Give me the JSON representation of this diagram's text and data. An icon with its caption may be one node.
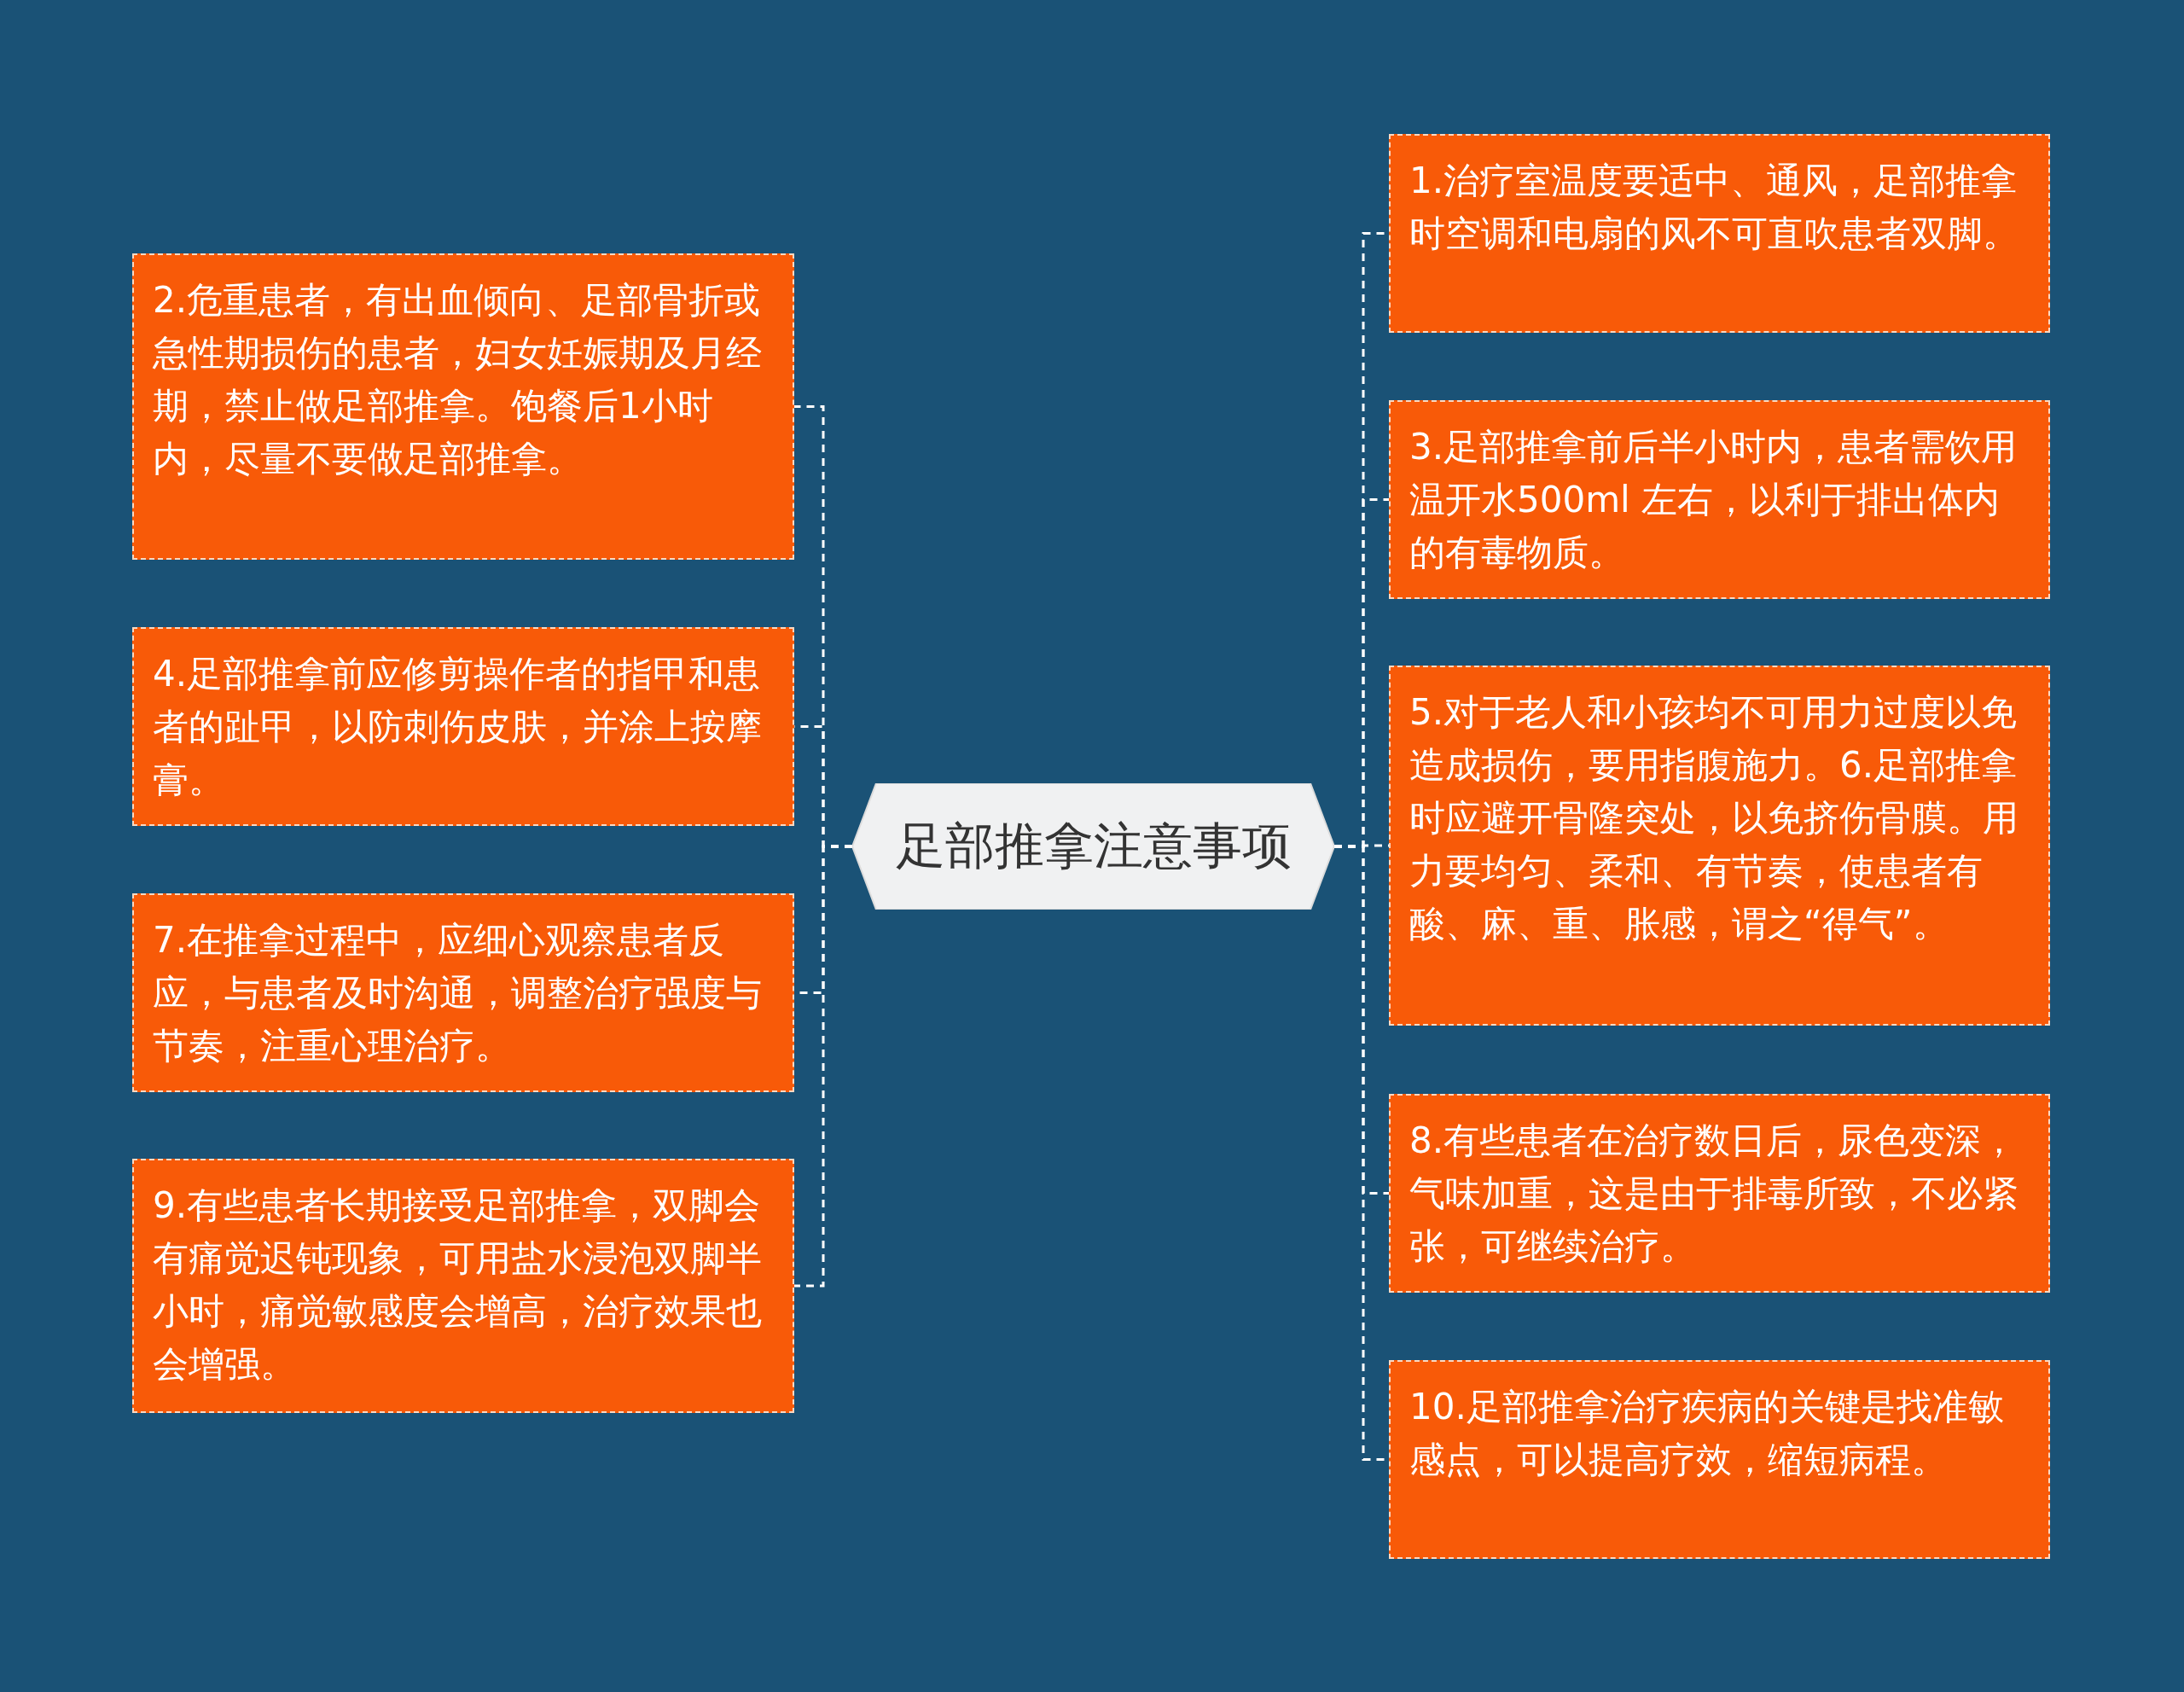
{
  "diagram": {
    "nodes": [
      {
        "text": [
          "足部推拿注意事项"
        ]
      },
      {
        "text": [
          "2.危重患者，有出血倾向、足部骨折或急性期损伤的患者，妇女妊娠期及月经期，禁止做足部推拿。饱餐后1小时内，尽量不要做足部推拿。"
        ]
      },
      {
        "text": [
          "4.足部推拿前应修剪操作者的指甲和患者的趾甲，以防刺伤皮肤，并涂上按摩膏。"
        ]
      },
      {
        "text": [
          "7.在推拿过程中，应细心观察患者反应，与患者及时沟通，调整治疗强度与节奏，注重心理治疗。"
        ]
      },
      {
        "text": [
          "9.有些患者长期接受足部推拿，双脚会有痛觉迟钝现象，可用盐水浸泡双脚半小时，痛觉敏感度会增高，治疗效果也会增强。"
        ]
      },
      {
        "text": [
          "1.治疗室温度要适中、通风，足部推拿时空调和电扇的风不可直吹患者双脚。"
        ]
      },
      {
        "text": [
          "3.足部推拿前后半小时内，患者需饮用温开水500ml 左右，以利于排出体内的有毒物质。"
        ]
      },
      {
        "text": [
          "5.对于老人和小孩均不可用力过度以免造成损伤，要用指腹施力。6.足部推拿时应避开骨隆突处，以免挤伤骨膜。用力要均匀、柔和、有节奏，使患者有酸、麻、重、胀感，谓之“得气”。"
        ]
      },
      {
        "text": [
          "8.有些患者在治疗数日后，尿色变深，气味加重，这是由于排毒所致，不必紧张，可继续治疗。"
        ]
      },
      {
        "text": [
          "10.足部推拿治疗疾病的关键是找准敏感点，可以提高疗效，缩短病程。"
        ]
      }
    ],
    "edges": [
      {
        "from": 0,
        "to": 1,
        "arrow": "none"
      },
      {
        "from": 0,
        "to": 2,
        "arrow": "none"
      },
      {
        "from": 0,
        "to": 3,
        "arrow": "none"
      },
      {
        "from": 0,
        "to": 4,
        "arrow": "none"
      },
      {
        "from": 0,
        "to": 5,
        "arrow": "none"
      },
      {
        "from": 0,
        "to": 6,
        "arrow": "none"
      },
      {
        "from": 0,
        "to": 7,
        "arrow": "none"
      },
      {
        "from": 0,
        "to": 8,
        "arrow": "none"
      },
      {
        "from": 0,
        "to": 9,
        "arrow": "none"
      }
    ]
  }
}
